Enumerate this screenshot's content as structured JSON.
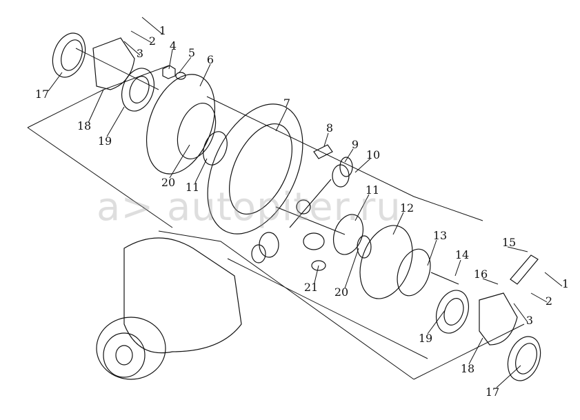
{
  "watermark": "a> autopiter.ru",
  "labels": [
    "1",
    "2",
    "3",
    "4",
    "5",
    "6",
    "17",
    "18",
    "19",
    "7",
    "8",
    "9",
    "10",
    "20",
    "11",
    "11",
    "12",
    "13",
    "14",
    "15",
    "16",
    "1",
    "2",
    "3",
    "21",
    "20",
    "19",
    "18",
    "17"
  ]
}
